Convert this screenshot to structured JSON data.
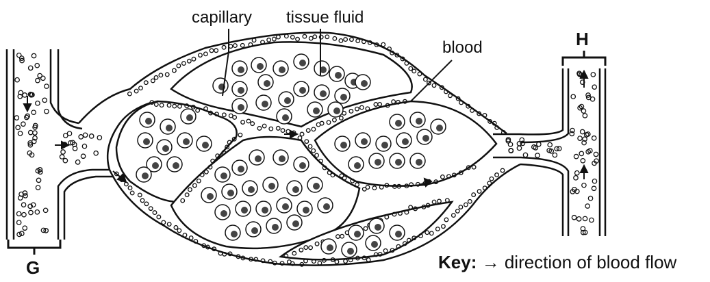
{
  "labels": {
    "capillary": "capillary",
    "tissue_fluid": "tissue fluid",
    "blood": "blood",
    "g": "G",
    "h": "H"
  },
  "key": {
    "title": "Key:",
    "arrow": "→",
    "text": "direction of blood flow"
  }
}
